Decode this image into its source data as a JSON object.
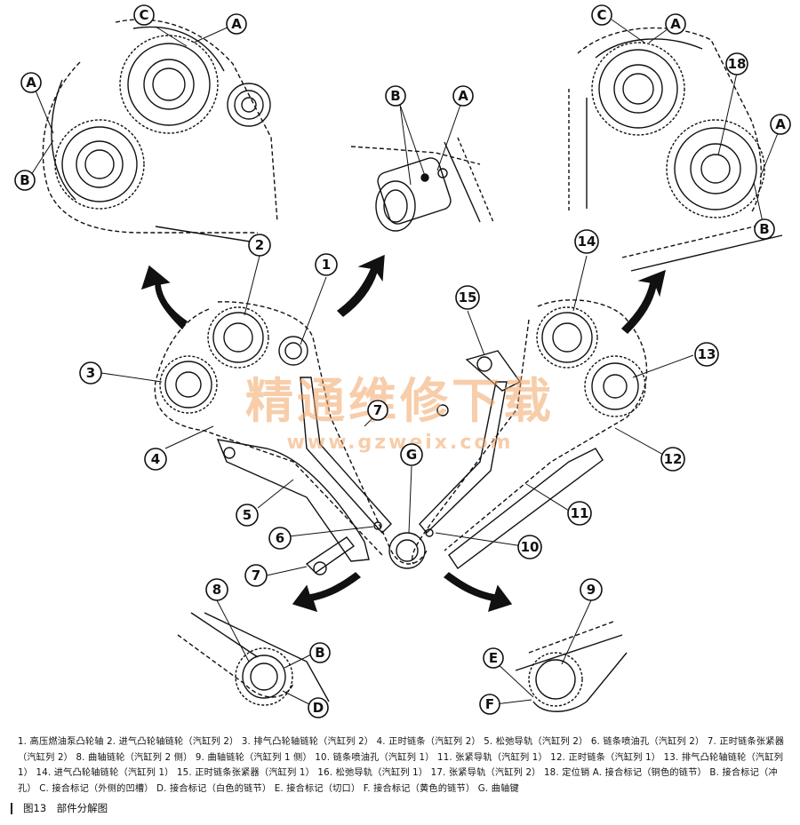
{
  "watermark": {
    "title": "精通维修下载",
    "url": "www.gzweix.com",
    "color": "#f2a566"
  },
  "callouts": {
    "c1": "1",
    "c2": "2",
    "c3": "3",
    "c4": "4",
    "c5": "5",
    "c6": "6",
    "c7a": "7",
    "c7b": "7",
    "c8": "8",
    "c9": "9",
    "c10": "10",
    "c11": "11",
    "c12": "12",
    "c13": "13",
    "c14": "14",
    "c15": "15",
    "c18": "18",
    "gMain": "G",
    "aTL1": "A",
    "aTL2": "A",
    "bTL": "B",
    "cTL": "C",
    "aTM": "A",
    "bTM": "B",
    "aTR1": "A",
    "aTR2": "A",
    "bTR": "B",
    "cTR": "C",
    "bBL": "B",
    "dBL": "D",
    "eBR": "E",
    "fBR": "F"
  },
  "legend": "1. 高压燃油泵凸轮轴 2. 进气凸轮轴链轮（汽缸列 2） 3. 排气凸轮轴链轮（汽缸列 2） 4. 正时链条（汽缸列 2） 5. 松弛导轨（汽缸列 2） 6. 链条喷油孔（汽缸列 2） 7. 正时链条张紧器（汽缸列 2） 8. 曲轴链轮（汽缸列 2 侧） 9. 曲轴链轮（汽缸列 1 侧） 10. 链条喷油孔（汽缸列 1） 11. 张紧导轨（汽缸列 1） 12. 正时链条（汽缸列 1） 13. 排气凸轮轴链轮（汽缸列 1） 14. 进气凸轮轴链轮（汽缸列 1） 15. 正时链条张紧器（汽缸列 1） 16. 松弛导轨（汽缸列 1） 17. 张紧导轨（汽缸列 2） 18. 定位销 A. 接合标记（铜色的链节） B. 接合标记（冲孔） C. 接合标记（外侧的凹槽） D. 接合标记（白色的链节） E. 接合标记（切口） F. 接合标记（黄色的链节） G. 曲轴键",
  "caption": "图13　部件分解图"
}
